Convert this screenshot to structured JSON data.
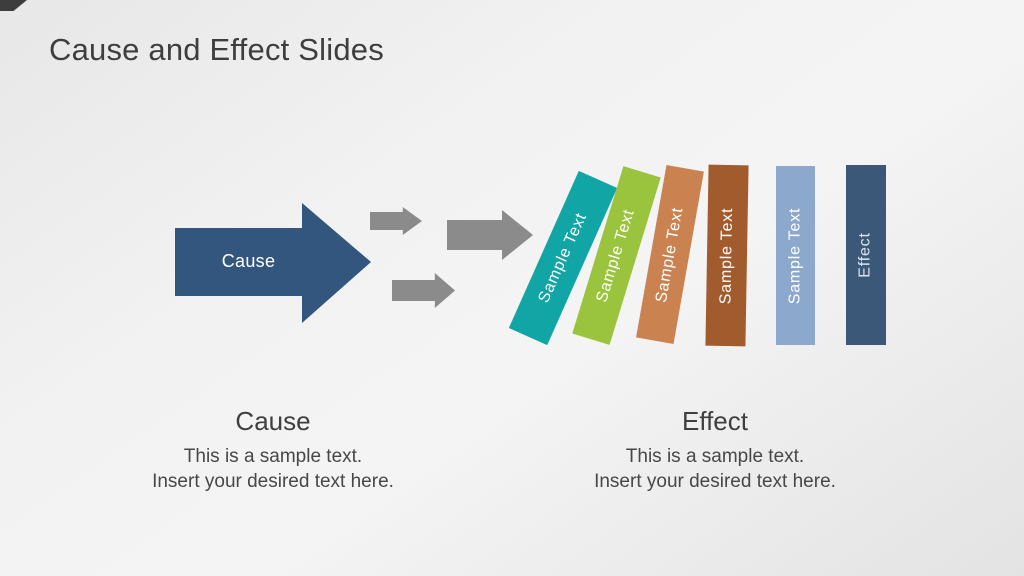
{
  "slide": {
    "title": "Cause and Effect Slides"
  },
  "diagram": {
    "cause_arrow": {
      "label": "Cause",
      "color": "#33567e",
      "text_color": "#ffffff"
    },
    "connectors": {
      "color": "#8b8b8b"
    },
    "bars": [
      {
        "label": "Sample Text",
        "color": "#12a5a6",
        "text_color": "#ffffff"
      },
      {
        "label": "Sample Text",
        "color": "#9bc43e",
        "text_color": "#ffffff"
      },
      {
        "label": "Sample Text",
        "color": "#c98250",
        "text_color": "#ffffff"
      },
      {
        "label": "Sample Text",
        "color": "#a15b2d",
        "text_color": "#ffffff"
      },
      {
        "label": "Sample Text",
        "color": "#8ca9cd",
        "text_color": "#ffffff"
      },
      {
        "label": "Effect",
        "color": "#3c5878",
        "text_color": "#dbe3ee"
      }
    ]
  },
  "captions": {
    "cause": {
      "heading": "Cause",
      "line1": "This is a sample text.",
      "line2": "Insert your desired text here."
    },
    "effect": {
      "heading": "Effect",
      "line1": "This is a sample text.",
      "line2": "Insert your desired text here."
    }
  },
  "decor": {
    "corner_color": "#3d3d3d"
  }
}
